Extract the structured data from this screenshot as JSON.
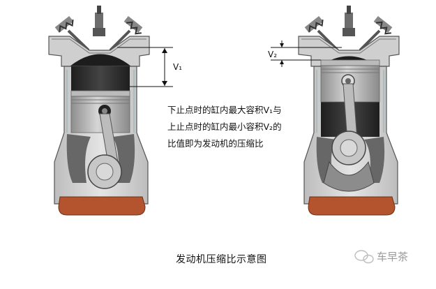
{
  "labels": {
    "v1": "V₁",
    "v2": "V₂"
  },
  "description": [
    "下止点时的缸内最大容积V₁与",
    "上止点时的缸内最小容积V₂的",
    "比值即为发动机的压缩比"
  ],
  "caption": "发动机压缩比示意图",
  "watermark": "车早茶",
  "colors": {
    "oil": "#b4542e",
    "block": "#d5d5d5",
    "dark": "#2a2a2a",
    "piston": "#a9a9a9"
  }
}
